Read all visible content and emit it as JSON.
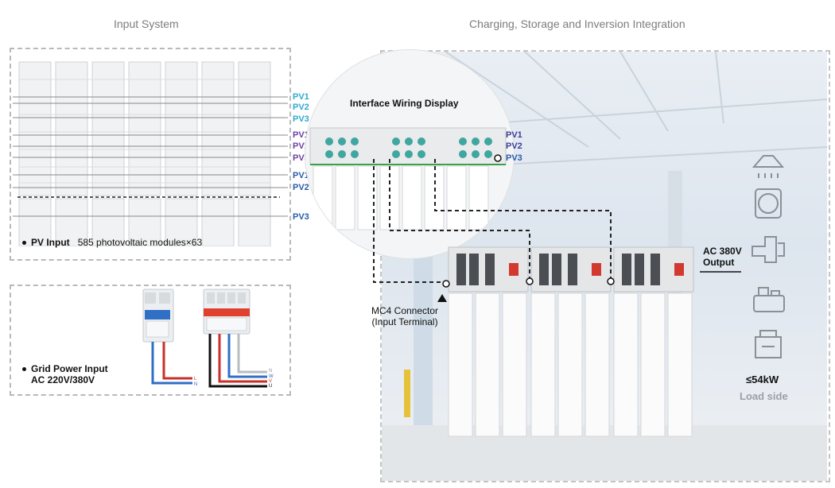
{
  "headers": {
    "left": "Input System",
    "right": "Charging, Storage and Inversion Integration"
  },
  "pv_labels": {
    "group1": [
      "PV1",
      "PV2",
      "PV3"
    ],
    "group2": [
      "PV1",
      "PV2",
      "PV3"
    ],
    "group3": [
      "PV1",
      "PV2",
      "PV3"
    ],
    "cabinet": [
      "PV1",
      "PV2",
      "PV3"
    ]
  },
  "pv_input": {
    "label": "PV Input",
    "detail": "585 photovoltaic modules×63"
  },
  "grid_input": {
    "line1": "Grid Power Input",
    "line2": "AC 220V/380V"
  },
  "breakers": {
    "two_pole_labels": [
      "L",
      "N"
    ],
    "four_pole_labels": [
      "N",
      "W",
      "V",
      "U"
    ]
  },
  "wiring_display": {
    "title": "Interface Wiring Display"
  },
  "connector": {
    "line1": "MC4 Connector",
    "line2": "(Input Terminal)"
  },
  "output": {
    "line1": "AC 380V",
    "line2": "Output"
  },
  "load": {
    "power": "≤54kW",
    "label": "Load side"
  },
  "colors": {
    "pv_cyan": "#2eaad0",
    "pv_purple": "#6c3fa0",
    "pv_blue": "#2a5ca8",
    "breaker_red": "#e0412f",
    "breaker_blue": "#2f6fc4"
  }
}
